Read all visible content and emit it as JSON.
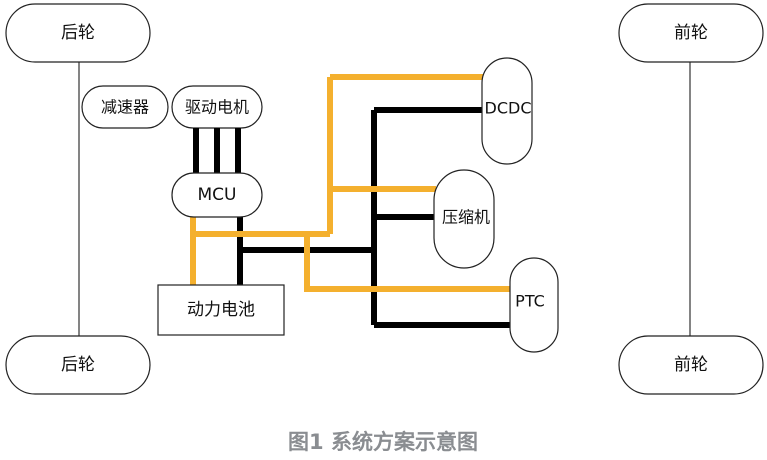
{
  "diagram": {
    "wheels": {
      "rear_top": "后轮",
      "rear_bottom": "后轮",
      "front_top": "前轮",
      "front_bottom": "前轮"
    },
    "components": {
      "reducer": "减速器",
      "motor": "驱动电机",
      "mcu": "MCU",
      "battery": "动力电池",
      "dcdc": "DCDC",
      "compressor": "压缩机",
      "ptc": "PTC"
    },
    "wire_colors": {
      "low_voltage": "#f4b02e",
      "high_voltage": "#000000"
    },
    "caption": "图1 系统方案示意图"
  }
}
